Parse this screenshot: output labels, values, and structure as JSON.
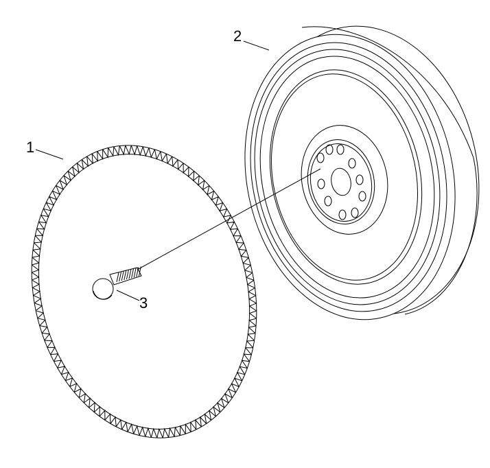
{
  "callouts": {
    "ring_gear": "1",
    "flywheel": "2",
    "bolt": "3"
  },
  "colors": {
    "line": "#000000",
    "background": "#ffffff"
  }
}
